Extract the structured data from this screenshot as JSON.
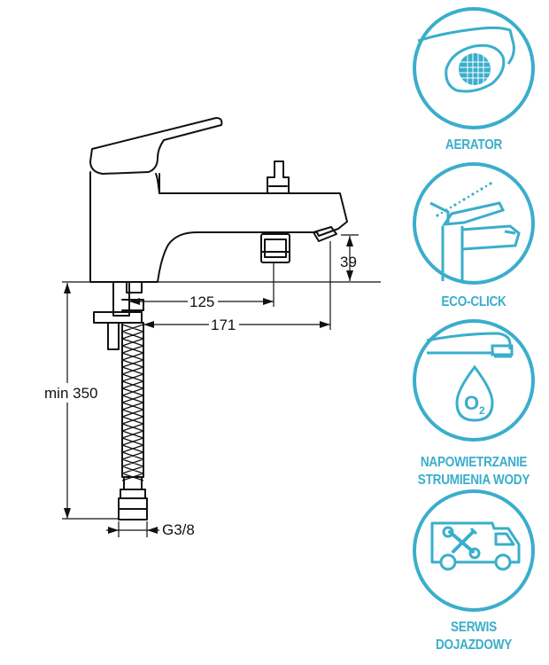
{
  "colors": {
    "accent": "#3aaecb",
    "line": "#111111"
  },
  "dimensions": {
    "spout_height": "39",
    "spout_reach": "125",
    "outlet_reach": "171",
    "hose_length": "min 350",
    "thread": "G3/8"
  },
  "features": [
    {
      "icon": "aerator-icon",
      "lines": [
        "AERATOR"
      ]
    },
    {
      "icon": "eco-click-icon",
      "lines": [
        "ECO-CLICK"
      ]
    },
    {
      "icon": "water-aeration-icon",
      "lines": [
        "NAPOWIETRZANIE",
        "STRUMIENIA WODY"
      ],
      "glyph": "O",
      "subscript": "2"
    },
    {
      "icon": "service-van-icon",
      "lines": [
        "SERWIS",
        "DOJAZDOWY"
      ]
    }
  ]
}
